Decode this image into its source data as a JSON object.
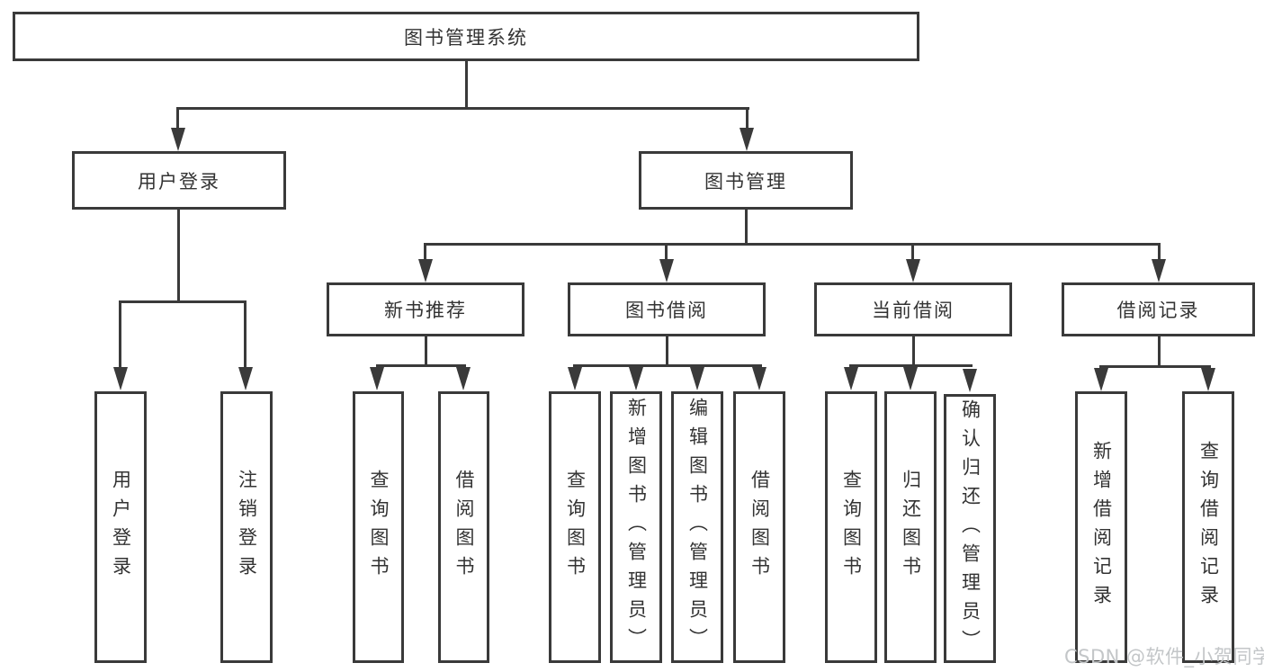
{
  "diagram": {
    "title": "图书管理系统",
    "type": "hierarchy-tree",
    "colors": {
      "line": "#3a3a3a",
      "text": "#333333",
      "background": "#ffffff",
      "watermark": "#c3c6c8"
    }
  },
  "tree": {
    "root": {
      "label": "图书管理系统"
    },
    "branches": [
      {
        "label": "用户登录",
        "children": [
          {
            "label": "用户登录"
          },
          {
            "label": "注销登录"
          }
        ]
      },
      {
        "label": "图书管理",
        "children": [
          {
            "label": "新书推荐",
            "children": [
              {
                "label": "查询图书"
              },
              {
                "label": "借阅图书"
              }
            ]
          },
          {
            "label": "图书借阅",
            "children": [
              {
                "label": "查询图书"
              },
              {
                "label": "新增图书（管理员）"
              },
              {
                "label": "编辑图书（管理员）"
              },
              {
                "label": "借阅图书"
              }
            ]
          },
          {
            "label": "当前借阅",
            "children": [
              {
                "label": "查询图书"
              },
              {
                "label": "归还图书"
              },
              {
                "label": "确认归还（管理员）"
              }
            ]
          },
          {
            "label": "借阅记录",
            "children": [
              {
                "label": "新增借阅记录"
              },
              {
                "label": "查询借阅记录"
              }
            ]
          }
        ]
      }
    ]
  },
  "watermark": {
    "text": "CSDN @软件_小贺同学"
  }
}
